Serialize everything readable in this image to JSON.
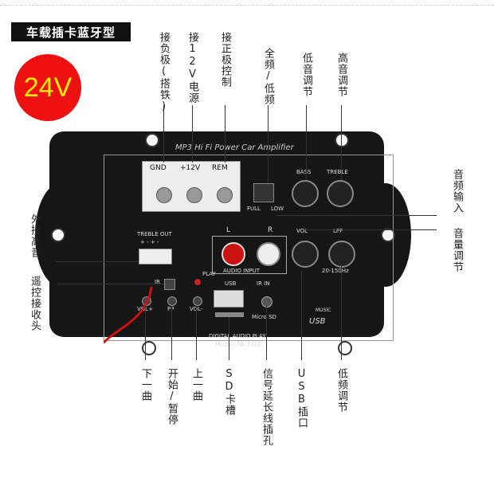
{
  "title": "车载插卡蓝牙型",
  "badge": "24V",
  "board": {
    "brand": "MP3 Hi Fi Power Car Amplifier",
    "terminals": [
      "GND",
      "+12V",
      "REM"
    ],
    "full_label": "FULL",
    "low_label": "LOW",
    "bass_label": "BASS",
    "treble_label": "TREBLE",
    "treble_out": "TREBLE OUT",
    "treble_out_pins": "+ - + -",
    "audio_input": "AUDIO INPUT",
    "left_label": "L",
    "right_label": "R",
    "vol_label": "VOL",
    "lpf_label": "LPF",
    "lpf_range": "20-150Hz",
    "play_label": "PLAY",
    "ir_label": "IR",
    "usb_label": "USB",
    "ir_in_label": "IR IN",
    "micro_sd": "Micro SD",
    "usb_logo": "USB",
    "music_logo": "MUSIC",
    "digital_audio": "DIGITAL AUDIO PLAY",
    "model": "Model:PA-390E",
    "vol_plus": "VOL+",
    "pp_label": "PP",
    "vol_minus": "VOL-"
  },
  "callouts": {
    "top": [
      "接负极(搭铁)",
      "接12V电源",
      "接正极控制",
      "全频/低频",
      "低音调节",
      "高音调节"
    ],
    "left": [
      "外接高音",
      "遥控接收头"
    ],
    "right": [
      "音频输入",
      "音量调节"
    ],
    "bottom": [
      "下一曲",
      "开始/暂停",
      "上一曲",
      "SD卡槽",
      "信号延长线插孔",
      "USB插口",
      "低频调节"
    ]
  },
  "colors": {
    "badge": "#e11111",
    "badge_text": "#ffeb00",
    "plate": "#161616"
  }
}
